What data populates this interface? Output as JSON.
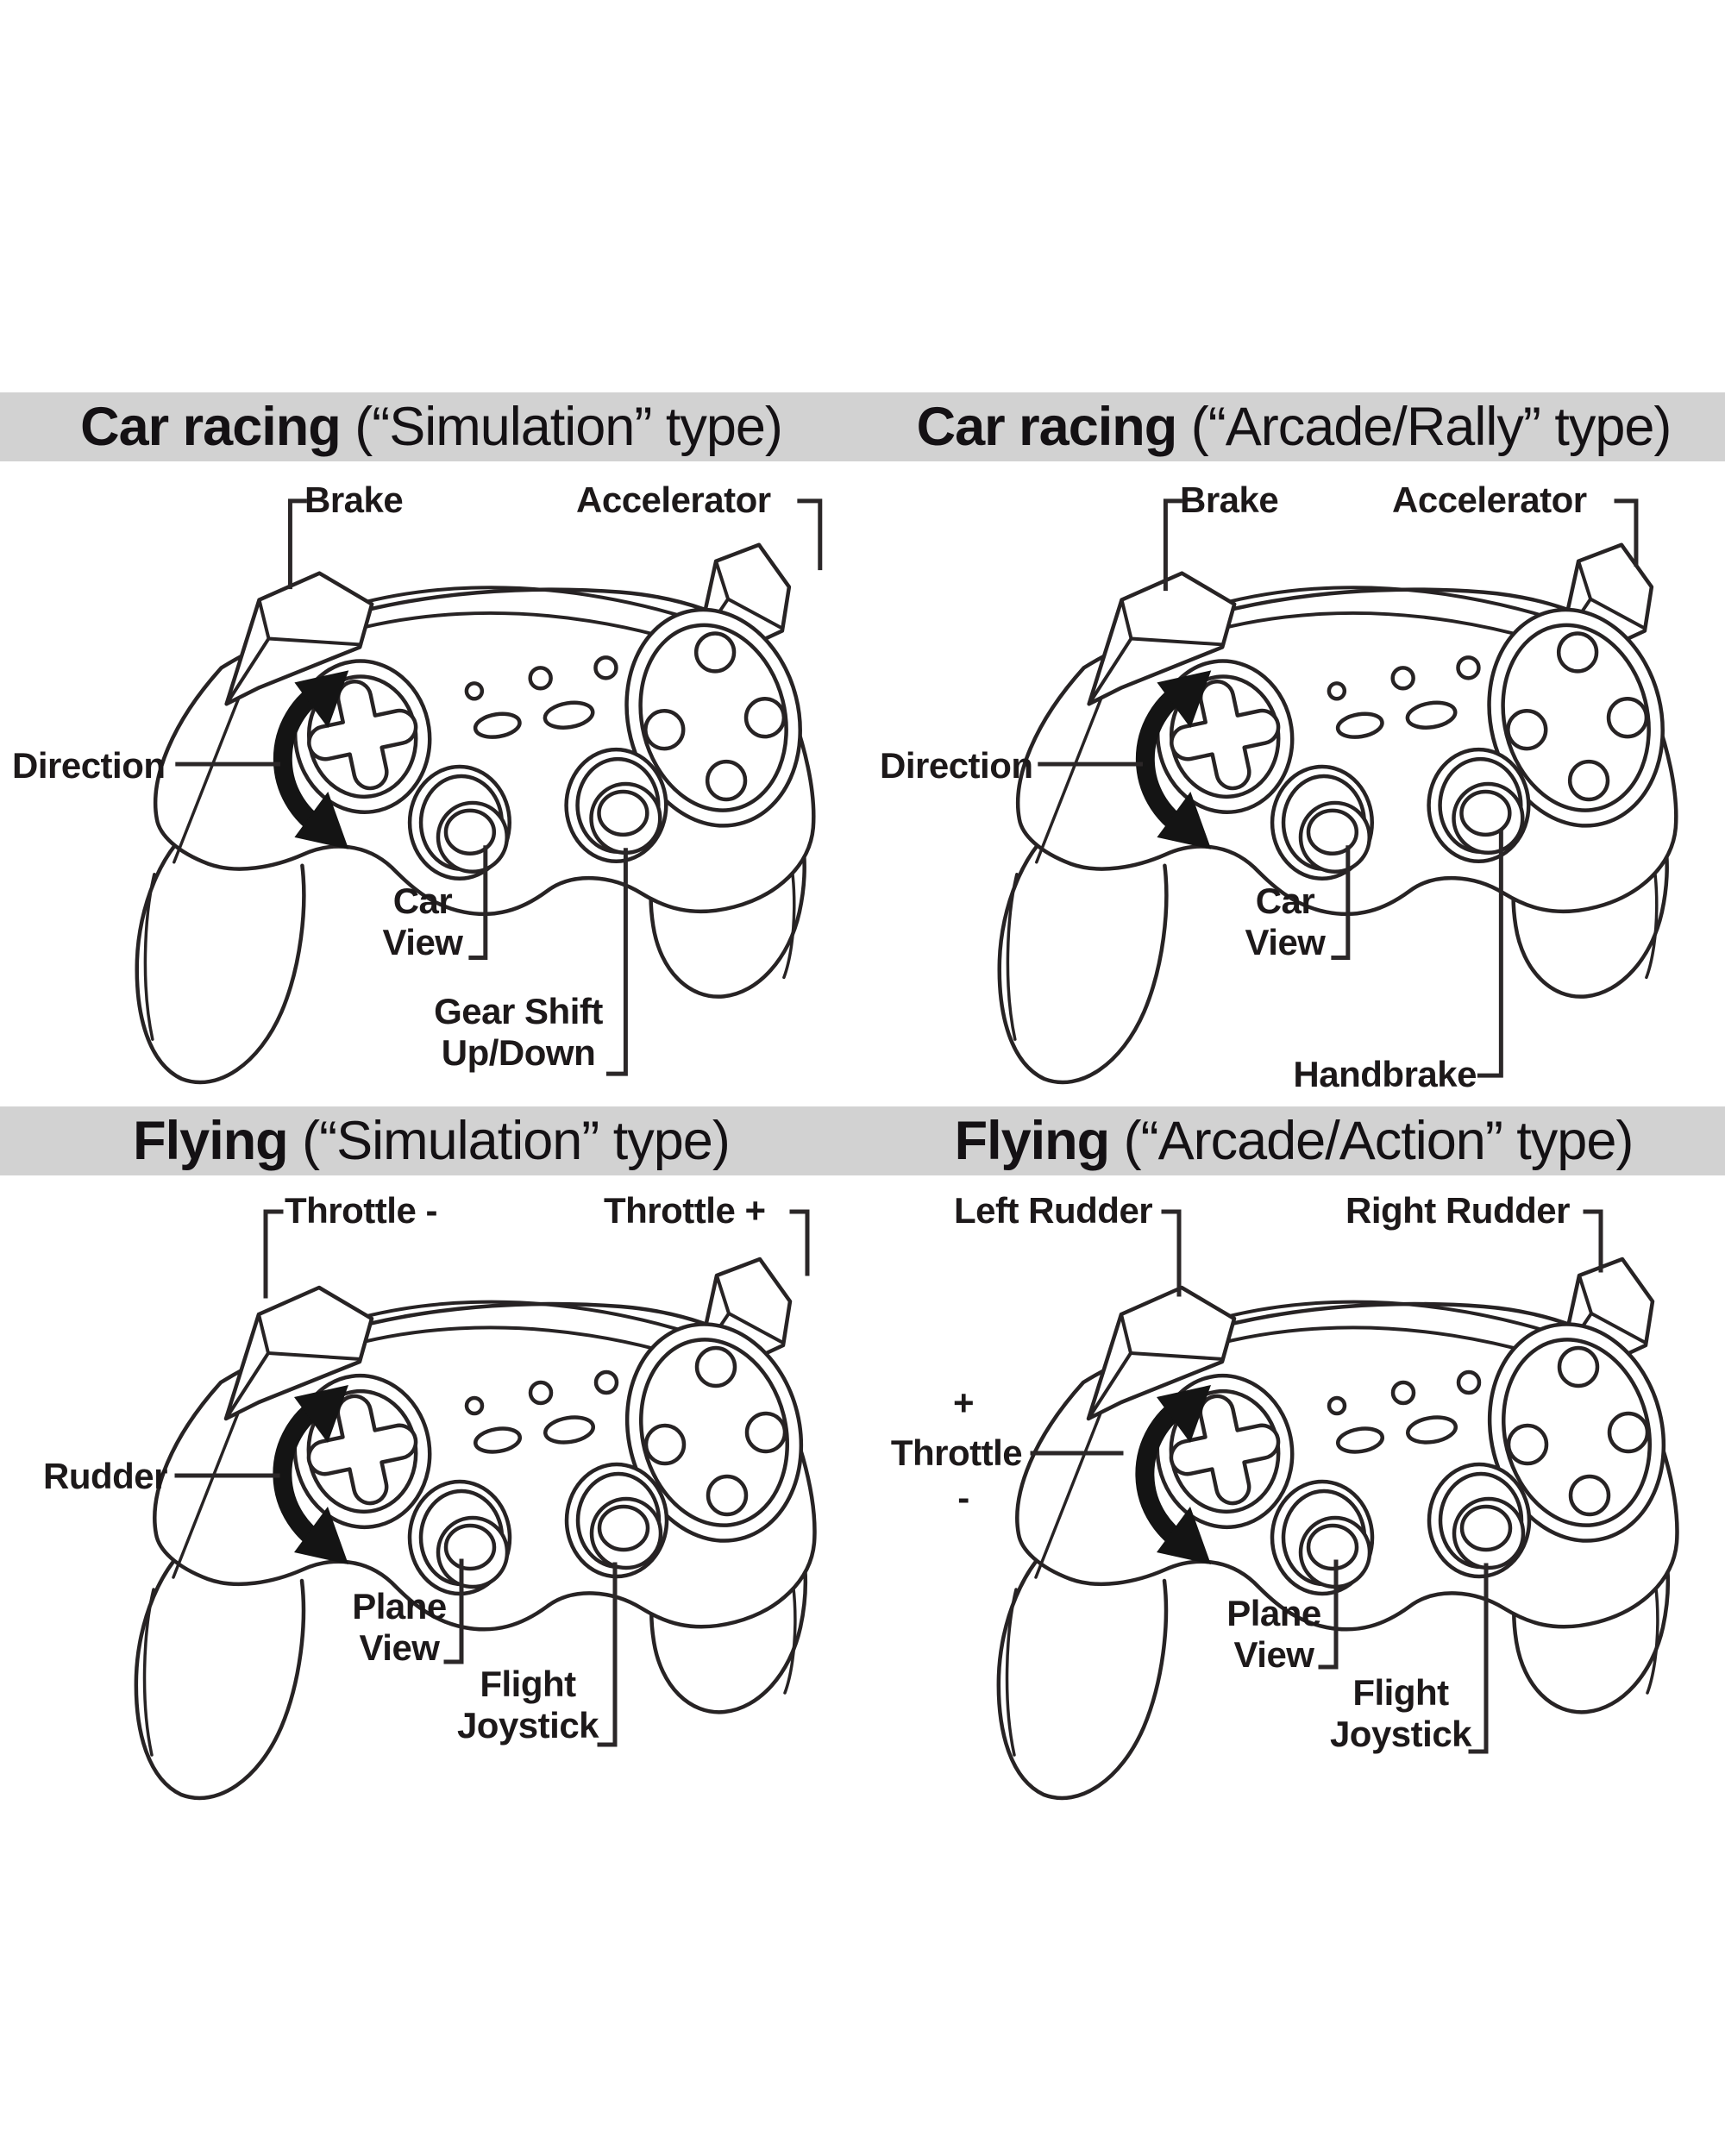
{
  "page": {
    "background": "#ffffff",
    "header_bg": "#d2d2d2",
    "line_color": "#2b2728",
    "label_color": "#1d191a"
  },
  "sections": [
    {
      "title_bold": "Car racing",
      "title_rest": " (“Simulation” type)"
    },
    {
      "title_bold": "Car racing",
      "title_rest": " (“Arcade/Rally” type)"
    },
    {
      "title_bold": "Flying",
      "title_rest": " (“Simulation” type)"
    },
    {
      "title_bold": "Flying",
      "title_rest": " (“Arcade/Action” type)"
    }
  ],
  "quads": {
    "car_sim": {
      "left_trigger": "Brake",
      "right_trigger": "Accelerator",
      "dpad": "Direction",
      "left_stick_line1": "Car",
      "left_stick_line2": "View",
      "right_stick_line1": "Gear Shift",
      "right_stick_line2": "Up/Down"
    },
    "car_arcade": {
      "left_trigger": "Brake",
      "right_trigger": "Accelerator",
      "dpad": "Direction",
      "left_stick_line1": "Car",
      "left_stick_line2": "View",
      "right_stick": "Handbrake"
    },
    "fly_sim": {
      "left_trigger": "Throttle -",
      "right_trigger": "Throttle +",
      "dpad": "Rudder",
      "left_stick_line1": "Plane",
      "left_stick_line2": "View",
      "right_stick_line1": "Flight",
      "right_stick_line2": "Joystick"
    },
    "fly_arcade": {
      "left_trigger": "Left Rudder",
      "right_trigger": "Right Rudder",
      "dpad_plus": "+",
      "dpad": "Throttle",
      "dpad_minus": "-",
      "left_stick_line1": "Plane",
      "left_stick_line2": "View",
      "right_stick_line1": "Flight",
      "right_stick_line2": "Joystick"
    }
  }
}
